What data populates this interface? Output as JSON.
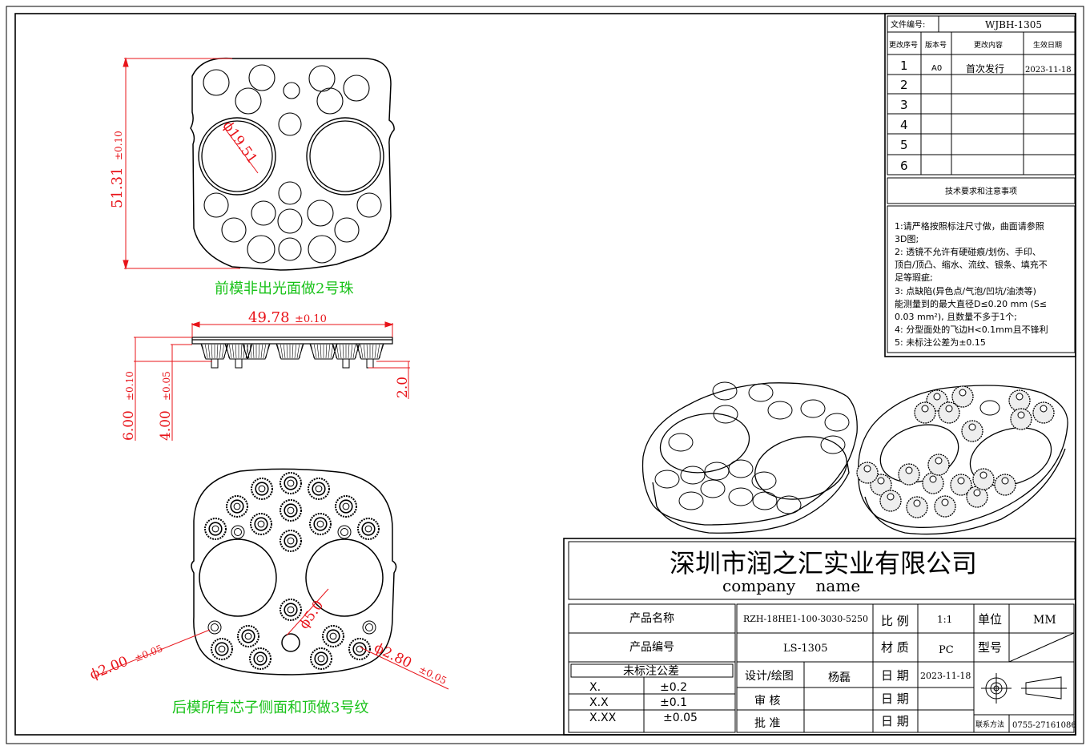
{
  "header_box": {
    "doc_no_label": "文件编号:",
    "doc_no_value": "WJBH-1305",
    "rev_headers": [
      "更改序号",
      "版本号",
      "更改内容",
      "生效日期"
    ],
    "rev_rows": [
      {
        "no": "1",
        "ver": "A0",
        "content": "首次发行",
        "date": "2023-11-18"
      },
      {
        "no": "2",
        "ver": "",
        "content": "",
        "date": ""
      },
      {
        "no": "3",
        "ver": "",
        "content": "",
        "date": ""
      },
      {
        "no": "4",
        "ver": "",
        "content": "",
        "date": ""
      },
      {
        "no": "5",
        "ver": "",
        "content": "",
        "date": ""
      },
      {
        "no": "6",
        "ver": "",
        "content": "",
        "date": ""
      }
    ],
    "tech_title": "技术要求和注意事项",
    "tech_lines": [
      "1:请严格按照标注尺寸做，曲面请参照",
      "3D图;",
      "2: 透镜不允许有硬碰痕/划伤、手印、",
      "顶白/顶凸、缩水、流纹、银条、填充不",
      "足等瑕疵;",
      "3: 点缺陷(异色点/气泡/凹坑/油渍等)",
      "能测量到的最大直径D≤0.20 mm (S≤",
      "0.03 mm²), 且数量不多于1个;",
      "4: 分型面处的飞边H<0.1mm且不锋利",
      "5: 未标注公差为±0.15"
    ]
  },
  "dimensions": {
    "height_front": "51.31",
    "height_front_tol": "±0.10",
    "diameter_big": "ϕ19.51",
    "width_side": "49.78",
    "width_side_tol": "±0.10",
    "h6": "6.00",
    "h6_tol": "±0.10",
    "h4": "4.00",
    "h4_tol": "±0.05",
    "h2": "2.0",
    "d5": "ϕ5.0",
    "d2": "ϕ2.00",
    "d2_tol": "±0.05",
    "d28": "ϕ2.80",
    "d28_tol": "±0.05"
  },
  "notes": {
    "front_note": "前模非出光面做2号珠",
    "back_note": "后模所有芯子侧面和顶做3号纹"
  },
  "title_block": {
    "company_cn": "深圳市润之汇实业有限公司",
    "company_en": "company    name",
    "product_name_label": "产品名称",
    "product_name_value": "RZH-18HE1-100-3030-5250",
    "product_no_label": "产品编号",
    "product_no_value": "LS-1305",
    "scale_label": "比 例",
    "scale_value": "1:1",
    "unit_label": "单位",
    "unit_value": "MM",
    "material_label": "材 质",
    "material_value": "PC",
    "type_label": "型号",
    "tol_title": "未标注公差",
    "tol_rows": [
      {
        "k": "X.",
        "v": "±0.2"
      },
      {
        "k": "X.X",
        "v": "±0.1"
      },
      {
        "k": "X.XX",
        "v": "±0.05"
      }
    ],
    "design_label": "设计/绘图",
    "design_value": "杨磊",
    "date_label": "日 期",
    "date_value": "2023-11-18",
    "review_label": "审 核",
    "approve_label": "批 准",
    "date2_label": "日 期",
    "date3_label": "日 期",
    "contact_label": "联系方法",
    "contact_value": "0755-27161086"
  },
  "colors": {
    "dim_red": "#e8141a",
    "note_green": "#18c218",
    "line": "#000000"
  }
}
